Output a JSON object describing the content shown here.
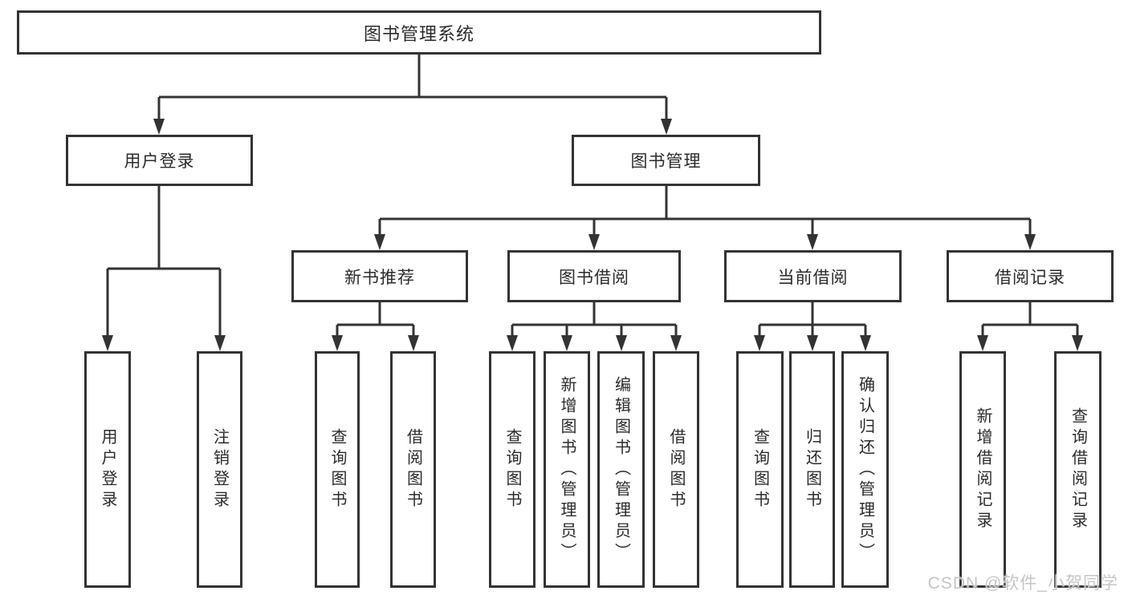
{
  "tree": {
    "root": {
      "label": "图书管理系统"
    },
    "children": [
      {
        "label": "用户登录",
        "children": [
          {
            "label": "用户登录"
          },
          {
            "label": "注销登录"
          }
        ]
      },
      {
        "label": "图书管理",
        "children": [
          {
            "label": "新书推荐",
            "children": [
              {
                "label": "查询图书"
              },
              {
                "label": "借阅图书"
              }
            ]
          },
          {
            "label": "图书借阅",
            "children": [
              {
                "label": "查询图书"
              },
              {
                "label": "新增图书（管理员）"
              },
              {
                "label": "编辑图书（管理员）"
              },
              {
                "label": "借阅图书"
              }
            ]
          },
          {
            "label": "当前借阅",
            "children": [
              {
                "label": "查询图书"
              },
              {
                "label": "归还图书"
              },
              {
                "label": "确认归还（管理员）"
              }
            ]
          },
          {
            "label": "借阅记录",
            "children": [
              {
                "label": "新增借阅记录"
              },
              {
                "label": "查询借阅记录"
              }
            ]
          }
        ]
      }
    ]
  },
  "watermark": {
    "text": "CSDN @软件_小贺同学"
  },
  "colors": {
    "line": "#333333",
    "box_border": "#333333",
    "text": "#2b2b2b",
    "watermark": "#c6c6c6",
    "background": "#ffffff"
  }
}
